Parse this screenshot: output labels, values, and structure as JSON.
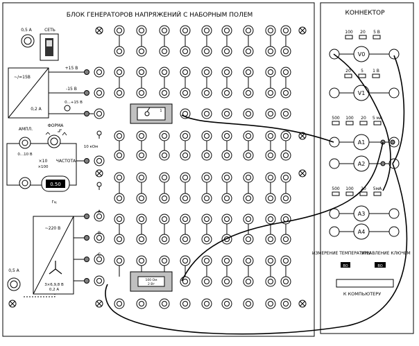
{
  "left_panel": {
    "title": "БЛОК ГЕНЕРАТОРОВ НАПРЯЖЕНИЙ С НАБОРНЫМ ПОЛЕМ",
    "fuse_label": "0,5 А",
    "power_switch_label": "СЕТЬ",
    "dc_source": {
      "block_label": "~/=15В",
      "current_label": "0,2 А",
      "plus_label": "+15 В",
      "minus_label": "-15 В",
      "adjust_label": "0...+15 В"
    },
    "function_gen": {
      "amplitude_label": "АМПЛ.",
      "amplitude_range": "0...10 В",
      "form_label": "ФОРМА",
      "frequency_label": "ЧАСТОТА",
      "multiplier_label": "×10",
      "multiplier_value": "×100",
      "display_value": "0.50",
      "unit_label": "Гц",
      "output_label": "10 кОм"
    },
    "three_phase": {
      "block_label": "~220 В",
      "phase_labels": [
        "A",
        "B",
        "C"
      ],
      "voltage_label": "3×6,9,8 В",
      "current_label": "0,2 А",
      "fuse_label": "0,5 А"
    },
    "switch_module": {
      "label": "1"
    },
    "resistor_module": {
      "value": "100 Ом",
      "power": "2 Вт"
    }
  },
  "right_panel": {
    "title": "КОННЕКТОР",
    "v0_ranges": [
      "100",
      "20",
      "5 В"
    ],
    "v0_label": "V0",
    "v1_ranges": [
      "20",
      "5",
      "1 В"
    ],
    "v1_label": "V1",
    "a_ranges_top": [
      "500",
      "100",
      "20",
      "5 мА"
    ],
    "a1_label": "A1",
    "a2_label": "A2",
    "a_ranges_bottom": [
      "500",
      "100",
      "20",
      "5мА"
    ],
    "a3_label": "A3",
    "a4_label": "A4",
    "temp_label": "ИЗМЕРЕНИЕ ТЕМПЕРАТУРЫ",
    "temp_value": "ВО",
    "control_label": "УПРАВЛЕНИЕ КЛЮЧЕМ",
    "control_value": "ВО",
    "computer_label": "К КОМПЬЮТЕРУ"
  },
  "colors": {
    "ink": "#000000",
    "panel": "#ffffff",
    "module_fill": "#c0c0c0"
  }
}
